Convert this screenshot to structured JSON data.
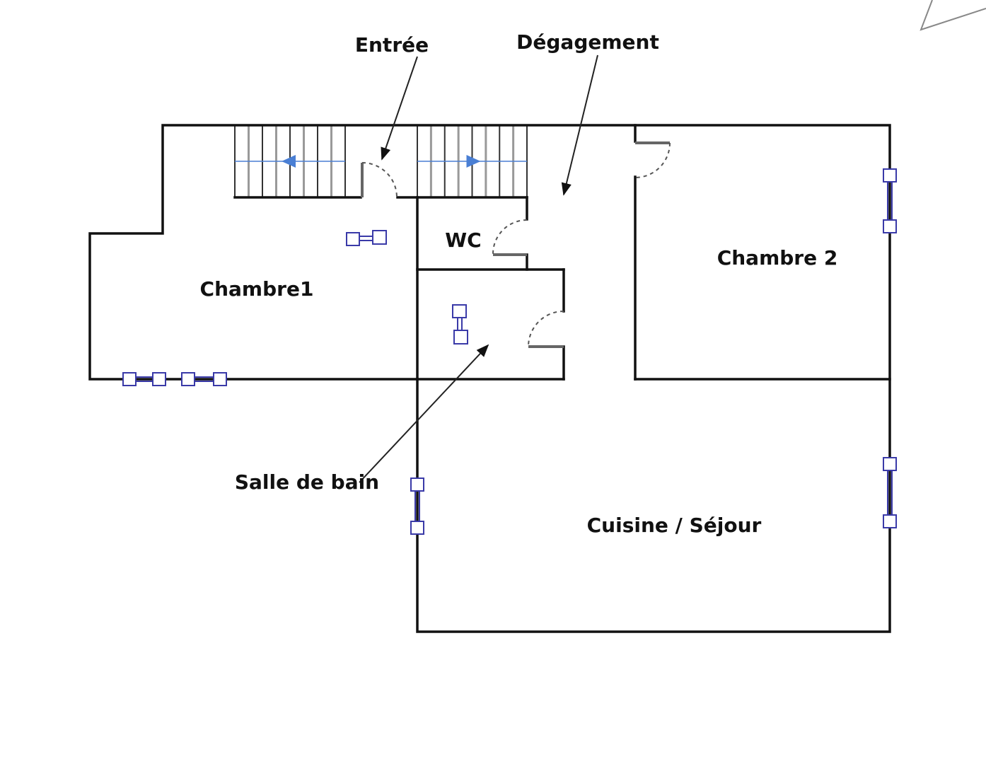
{
  "plan": {
    "labels": {
      "entree": "Entrée",
      "degagement": "Dégagement",
      "wc": "WC",
      "chambre1": "Chambre1",
      "chambre2": "Chambre 2",
      "salle_de_bain": "Salle de bain",
      "cuisine_sejour": "Cuisine / Séjour"
    },
    "colors": {
      "walls": "#111111",
      "windows": "#3a3aa8",
      "stair_arrow": "#4a7fd4"
    }
  }
}
